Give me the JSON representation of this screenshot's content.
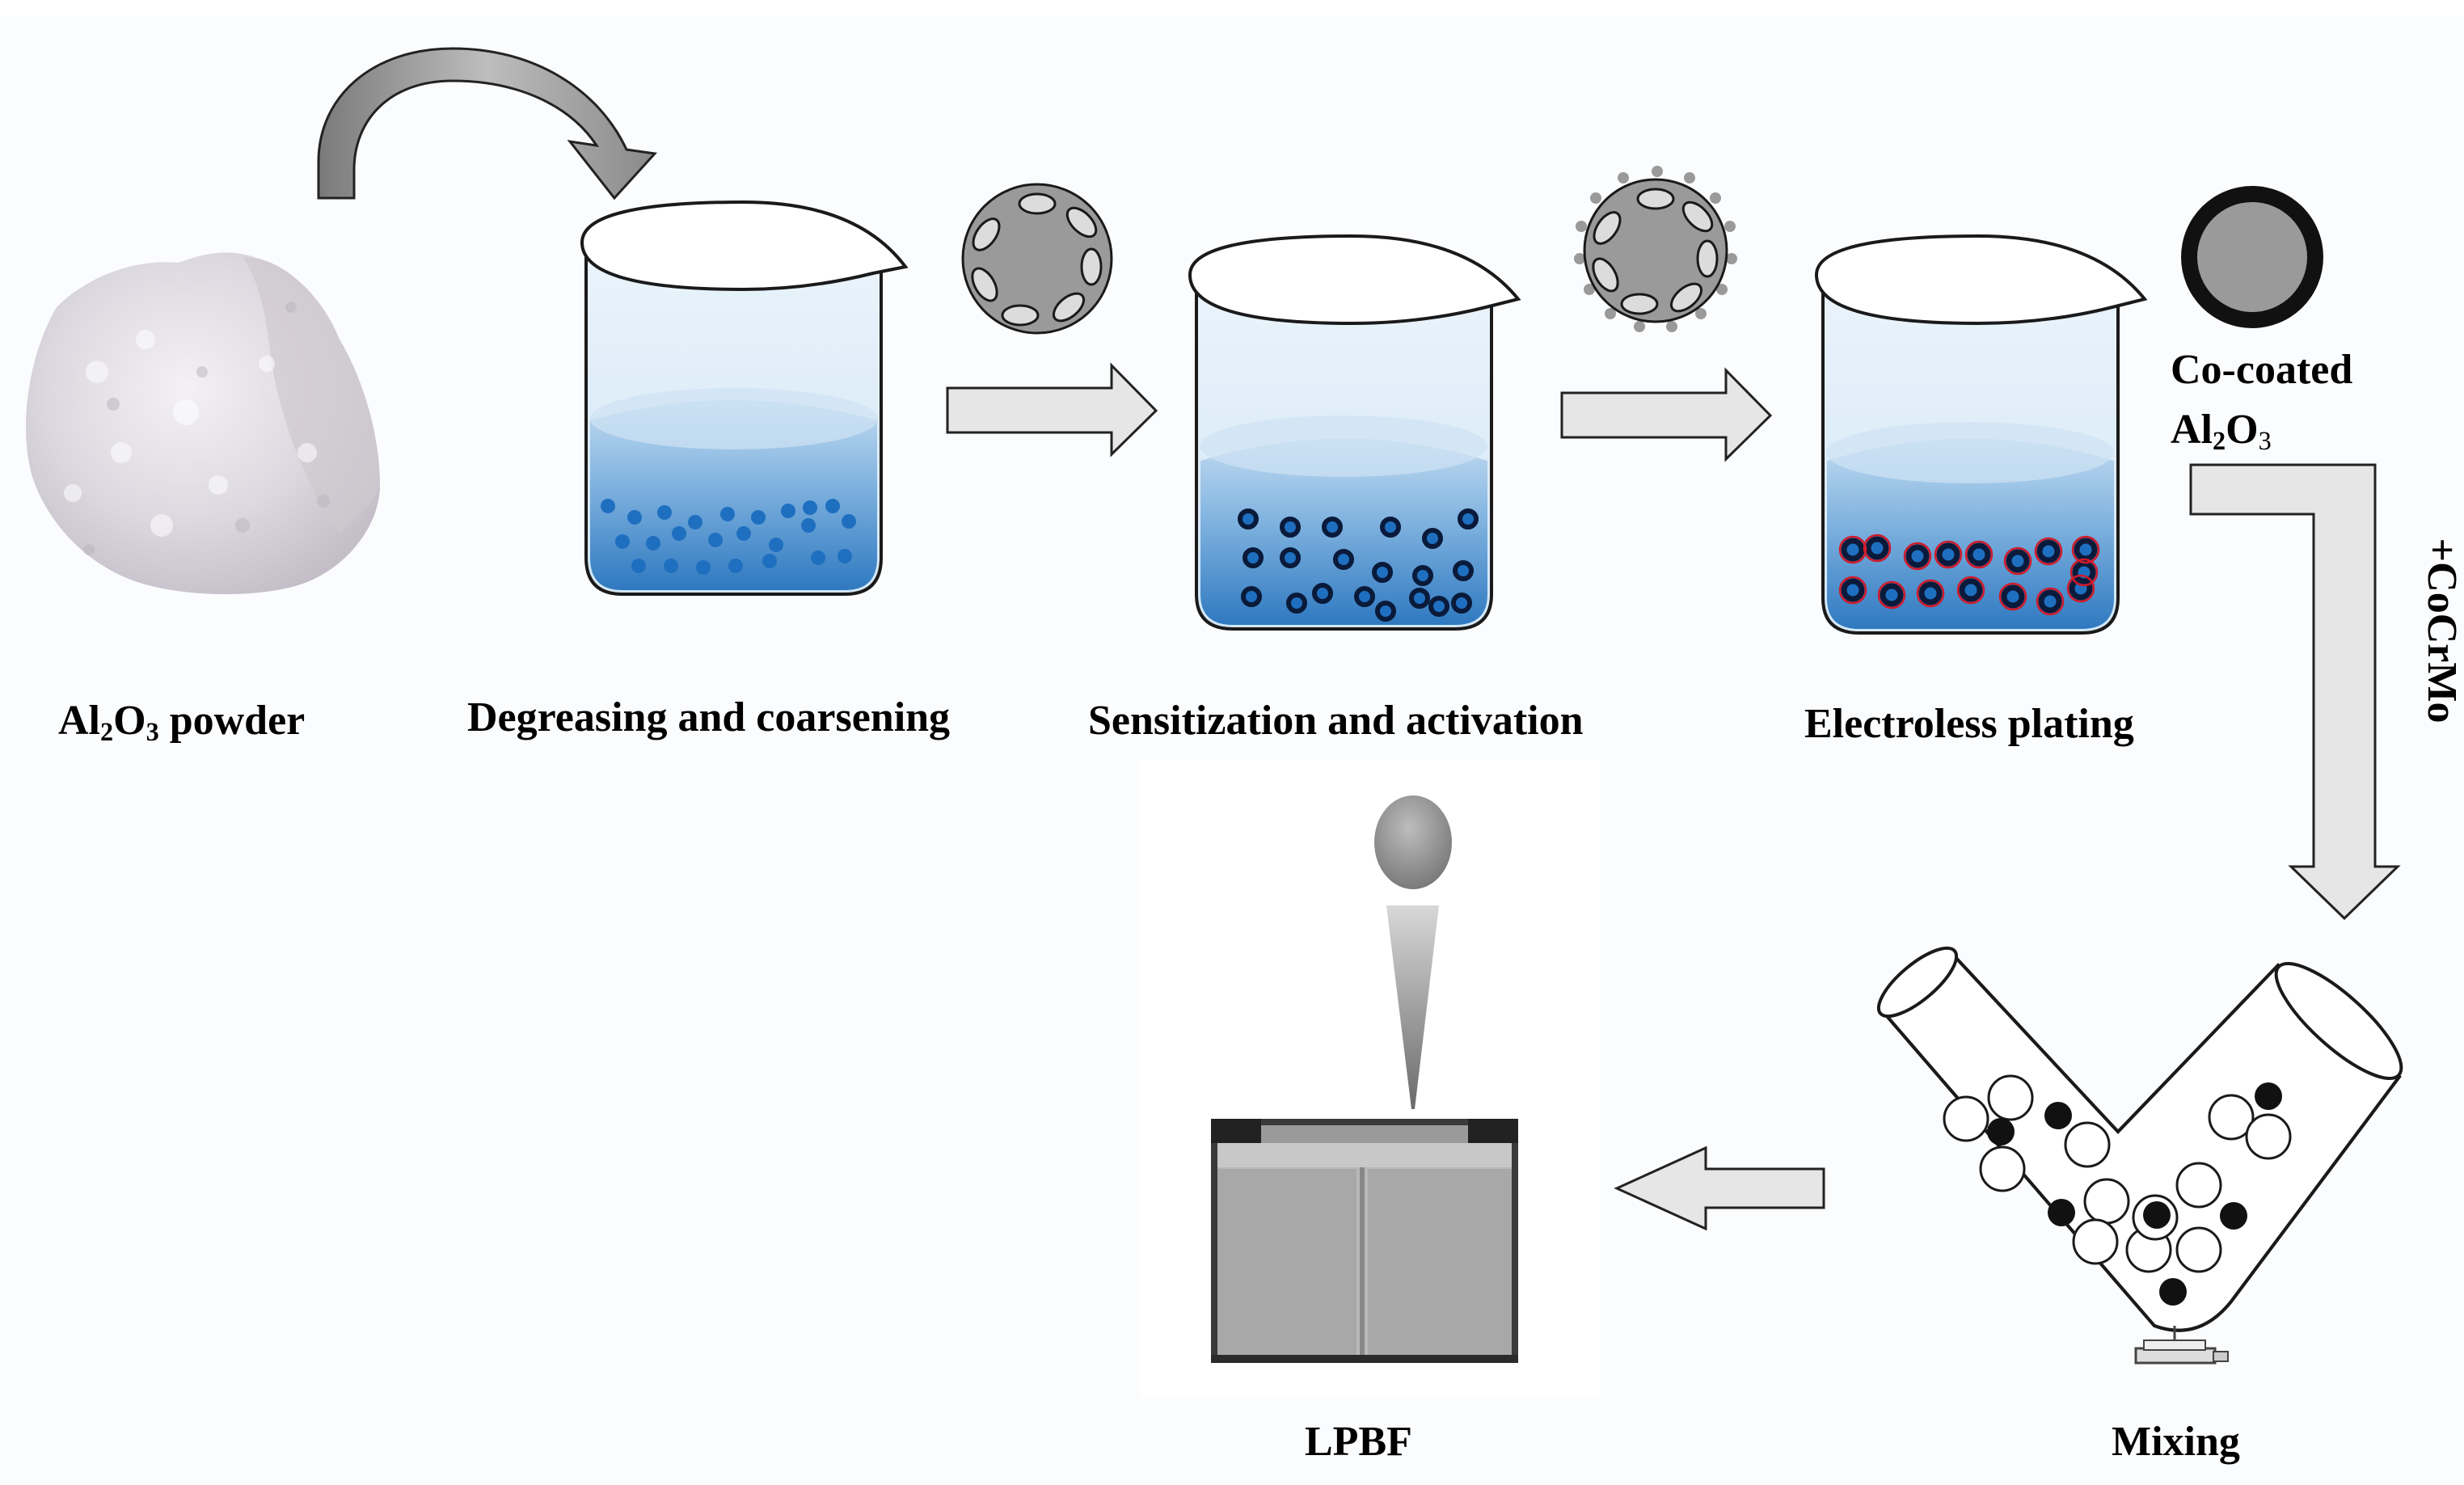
{
  "colors": {
    "background": "#ffffff",
    "panel": "#fbfcfe",
    "arrow_fill": "#e6e6e6",
    "arrow_stroke": "#222222",
    "liquid_top": "#b9d6ee",
    "liquid_bottom": "#3f86c8",
    "particle_blue": "#1f6fc0",
    "particle_outline": "#0a1a3a",
    "plating_ring": "#d11a2a",
    "sphere_gray": "#9a9a9a",
    "coating_black": "#111111"
  },
  "labels": {
    "al2o3_powder": {
      "main": "Al",
      "sub1": "2",
      "mid": "O",
      "sub2": "3",
      "tail": " powder"
    },
    "degreasing": "Degreasing and coarsening",
    "sensitization": "Sensitization and activation",
    "electroless": "Electroless plating",
    "coated_line1": "Co-coated",
    "coated_line2": {
      "main": "Al",
      "sub1": "2",
      "mid": "O",
      "sub2": "3"
    },
    "cocrmo": "+CoCrMo",
    "lpbf": "LPBF",
    "mixing": "Mixing"
  },
  "icons": [
    "powder-pile-icon",
    "curved-arrow-icon",
    "beaker-icon",
    "coarsened-particle-icon",
    "activated-particle-icon",
    "coated-particle-icon",
    "v-mixer-icon",
    "laser-beam-icon",
    "build-chamber-icon"
  ]
}
